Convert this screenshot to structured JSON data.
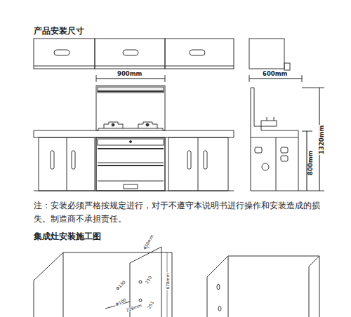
{
  "diagram": {
    "title": "产品安装尺寸",
    "labels": [
      "900mm",
      "600mm",
      "1320mm",
      "800mm",
      "注：安装必须严格按规定进行，对于不遵守本说明书进行操作和安装造成的损失。制造商不承担责任。",
      "集成灶安装施工图",
      "450mm",
      "Φ130",
      "210",
      "678mm",
      "Φ100",
      "228mm",
      "251"
    ]
  }
}
